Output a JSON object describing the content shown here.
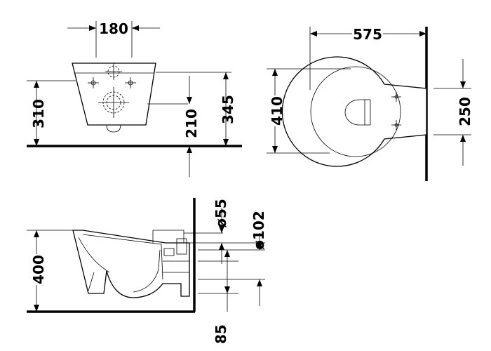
{
  "dimensions": {
    "top_width": "180",
    "front_height": "310",
    "drain_height": "210",
    "overall_height": "345",
    "plan_length": "575",
    "plan_width": "410",
    "fixing_spacing": "250",
    "side_height": "400",
    "inlet_diameter": "ø55",
    "outlet_diameter": "ø102",
    "outlet_offset": "85"
  }
}
